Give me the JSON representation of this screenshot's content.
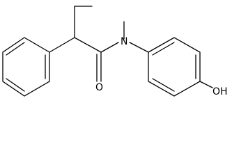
{
  "molecule": {
    "atoms": {
      "nitrogen": "N",
      "oxygen_carbonyl": "O",
      "hydroxyl": "OH"
    },
    "colors": {
      "bond": "#000000",
      "label": "#000000",
      "background": "#ffffff"
    }
  }
}
